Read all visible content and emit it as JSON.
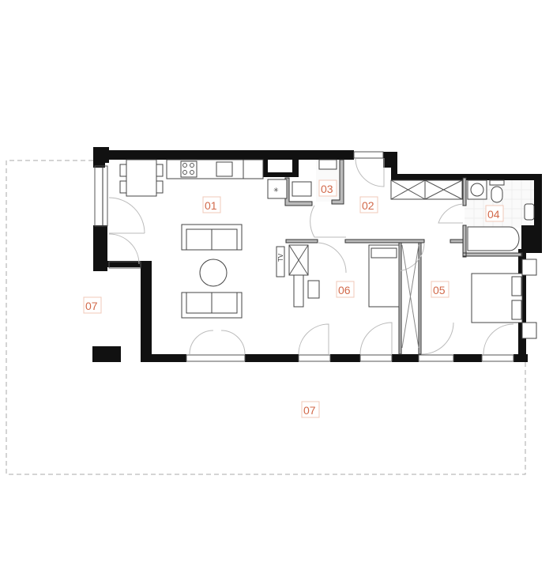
{
  "rooms": [
    {
      "id": "01",
      "label": "01"
    },
    {
      "id": "02",
      "label": "02"
    },
    {
      "id": "03",
      "label": "03"
    },
    {
      "id": "04",
      "label": "04"
    },
    {
      "id": "05",
      "label": "05"
    },
    {
      "id": "06",
      "label": "06"
    },
    {
      "id": "07a",
      "label": "07"
    },
    {
      "id": "07b",
      "label": "07"
    }
  ],
  "furniture": {
    "tv_label": "TV"
  },
  "colors": {
    "label": "#d2694a",
    "wall": "#111111"
  }
}
